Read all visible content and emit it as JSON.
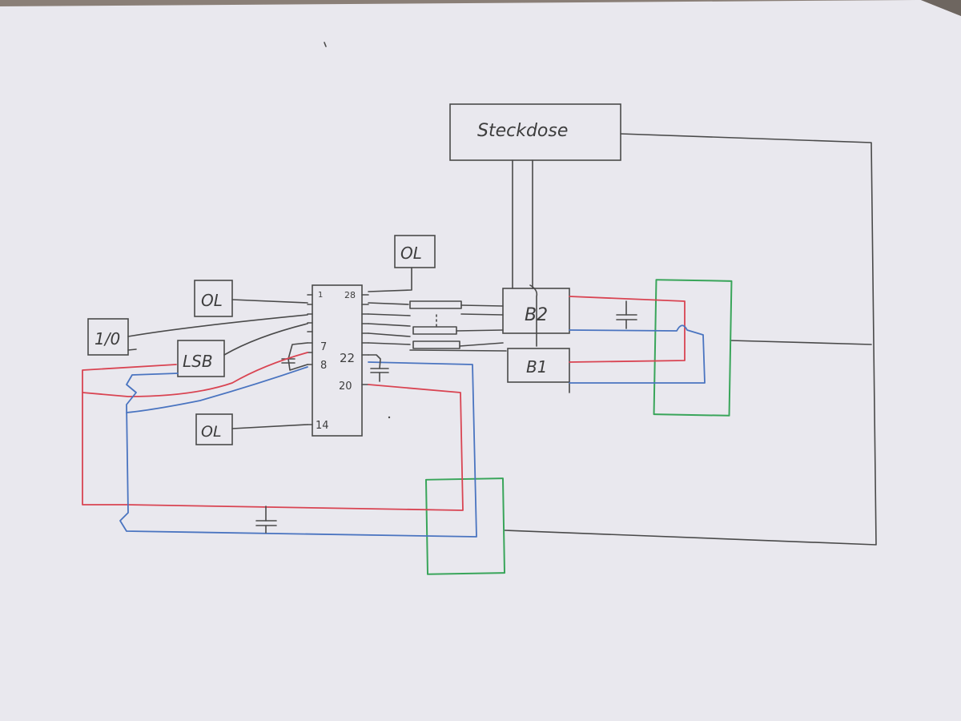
{
  "labels": {
    "socket": "Steckdose",
    "ol_top": "OL",
    "ol_left": "OL",
    "ol_bottom": "OL",
    "io": "1/0",
    "lsb": "LSB",
    "b2": "B2",
    "b1": "B1"
  },
  "pins": {
    "p1": "1",
    "p28": "28",
    "p7": "7",
    "p8": "8",
    "p22": "22",
    "p20": "20",
    "p14": "14"
  },
  "colors": {
    "paper": "#e9e8ee",
    "pencil": "#4a4a4a",
    "red_wire": "#d94452",
    "blue_wire": "#4a74c0",
    "green_block": "#39a55a"
  }
}
